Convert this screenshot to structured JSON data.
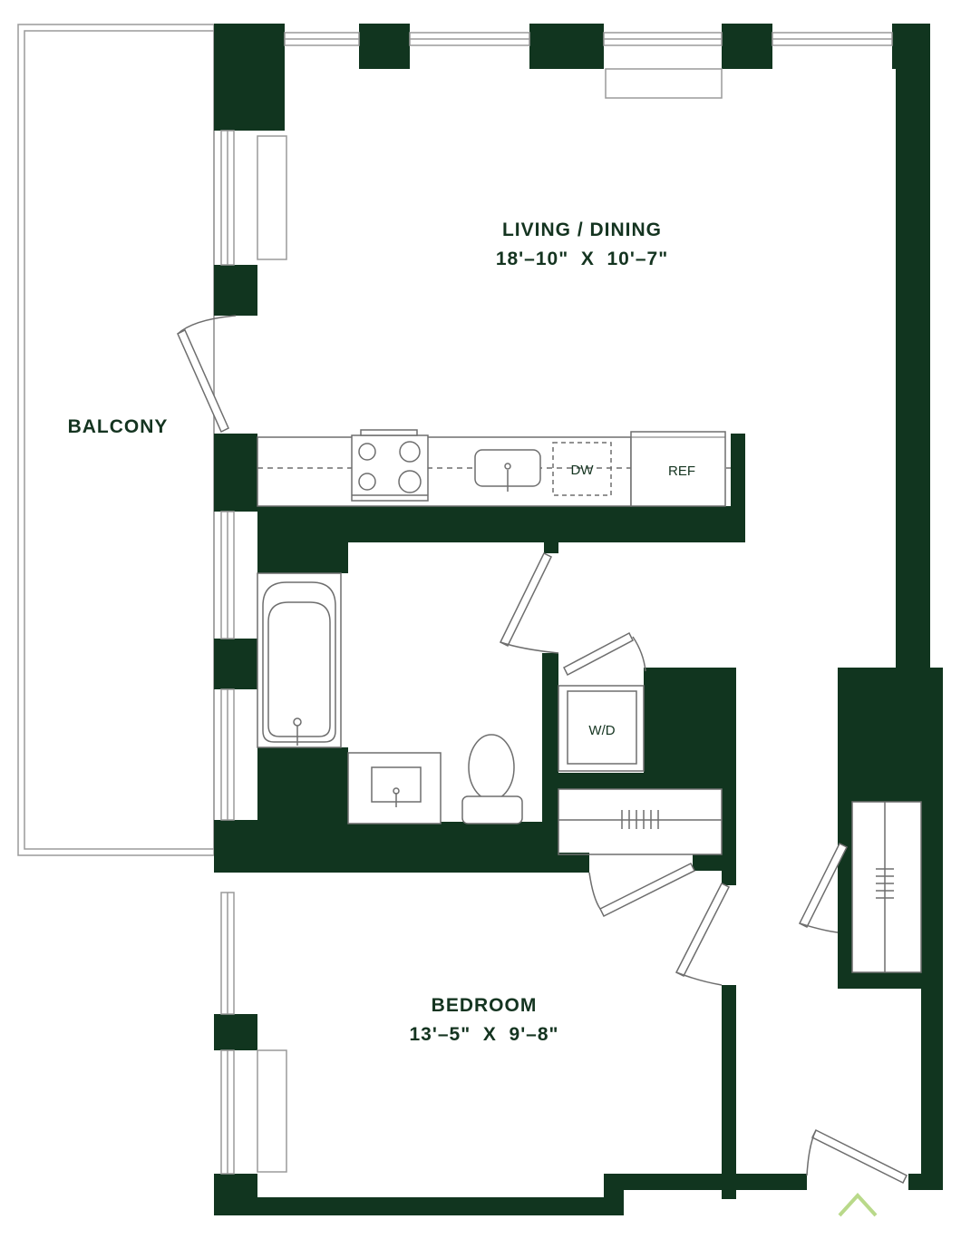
{
  "colors": {
    "wall": "#11351f",
    "line": "#9a9a9a",
    "fixture": "#6e6e6e",
    "background": "#ffffff",
    "entry_marker": "#b9d98a"
  },
  "rooms": {
    "living": {
      "name": "LIVING / DINING",
      "dims": "18'–10\"  X  10'–7\""
    },
    "bedroom": {
      "name": "BEDROOM",
      "dims": "13'–5\"  X  9'–8\""
    },
    "balcony": {
      "name": "BALCONY"
    }
  },
  "appliances": {
    "dishwasher": "DW",
    "refrigerator": "REF",
    "washer_dryer": "W/D"
  },
  "icons": {
    "entry": "entry-chevron-icon"
  }
}
